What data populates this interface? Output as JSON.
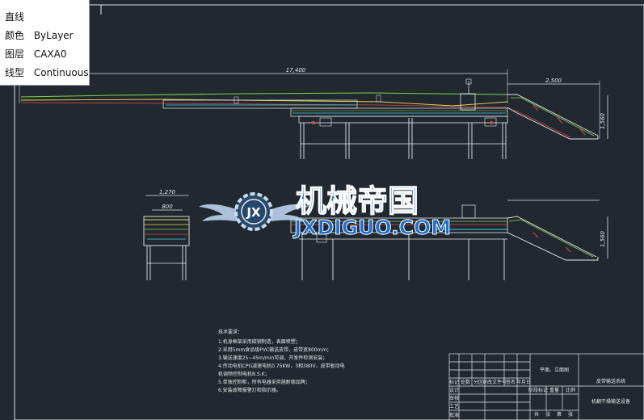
{
  "properties": {
    "object_type": "直线",
    "rows": [
      {
        "key": "颜色",
        "value": "ByLayer"
      },
      {
        "key": "图层",
        "value": "CAXA0"
      },
      {
        "key": "线型",
        "value": "Continuous"
      }
    ]
  },
  "dimensions": {
    "total_length": "17,400",
    "incline_length": "2,500",
    "height_top": "1,560",
    "height_bottom": "1,560",
    "side_outer": "1,270",
    "side_inner": "800"
  },
  "watermark": {
    "emblem": "JX",
    "chinese": "机械帝国",
    "domain": "JXDIGUO.COM"
  },
  "technical_notes": {
    "title": "技术要求：",
    "items": [
      "1.机身框架采用碳钢制造，表面喷塑；",
      "2.采用5mm食品级PVC输送皮带，皮带宽800mm；",
      "3.输送速度25~45m/min可调，开发件检测安装；",
      "4.传动电机CPG减速电机0.75KW，3相380V，皮带驱动电",
      "机调频控制电机B.S.K；",
      "5.单独控制柜，所有电器采用施耐德品牌；",
      "6.安装故障报警灯和指示器。"
    ]
  },
  "title_block": {
    "view_label": "平面、立面图",
    "drawing_title": "皮带输送系统",
    "product_name": "机翻干燥输送设备",
    "col_labels": [
      "标记",
      "处数",
      "分区",
      "更改文件号",
      "签名",
      "年月日"
    ],
    "row_labels": [
      "设计",
      "审核",
      "工艺",
      "批准"
    ],
    "stage_labels": [
      "阶段标记",
      "重量",
      "比例"
    ],
    "sheet_labels": [
      "共",
      "张",
      "第",
      "张"
    ]
  }
}
